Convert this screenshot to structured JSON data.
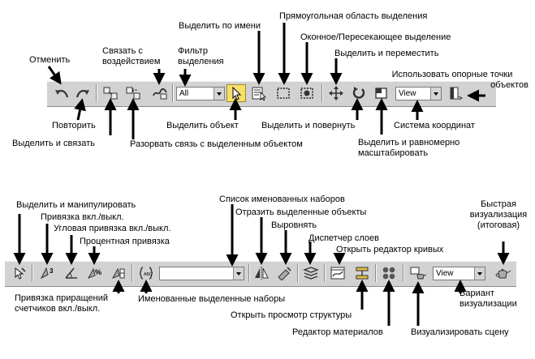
{
  "toolbar_top": {
    "filter_value": "All",
    "coord_value": "View"
  },
  "toolbar_bottom": {
    "named_sets_value": "",
    "render_view_value": "View"
  },
  "labels": {
    "undo": "Отменить",
    "redo": "Повторить",
    "link": "Выделить и связать",
    "unlink": "Разорвать связь с выделенным объектом",
    "bind_space_warp_1": "Связать с",
    "bind_space_warp_2": "воздействием",
    "selection_filter_1": "Фильтр",
    "selection_filter_2": "выделения",
    "select_object": "Выделить объект",
    "select_by_name": "Выделить по имени",
    "rect_region": "Прямоугольная область выделения",
    "window_crossing": "Оконное/Пересекающее выделение",
    "select_move": "Выделить и переместить",
    "select_rotate": "Выделить и повернуть",
    "select_scale_1": "Выделить и равномерно",
    "select_scale_2": "масштабировать",
    "ref_coord": "Система координат",
    "pivot_1": "Использовать опорные точки",
    "pivot_2": "объектов",
    "select_manipulate": "Выделить и манипулировать",
    "snap_toggle": "Привязка вкл./выкл.",
    "angle_snap": "Угловая привязка вкл./выкл.",
    "percent_snap": "Процентная привязка",
    "spinner_snap_1": "Привязка приращений",
    "spinner_snap_2": "счетчиков вкл./выкл.",
    "named_sets_edit": "Именованные выделенные наборы",
    "named_sets_list": "Список именованных наборов",
    "mirror": "Отразить выделенные объекты",
    "align": "Выровнять",
    "layer_manager": "Диспетчер слоев",
    "curve_editor": "Открыть редактор кривых",
    "schematic_view": "Открыть просмотр структуры",
    "material_editor": "Редактор материалов",
    "render_scene": "Визуализировать сцену",
    "render_type_1": "Вариант",
    "render_type_2": "визуализации",
    "quick_render_1": "Быстрая",
    "quick_render_2": "визуализация",
    "quick_render_3": "(итоговая)"
  }
}
